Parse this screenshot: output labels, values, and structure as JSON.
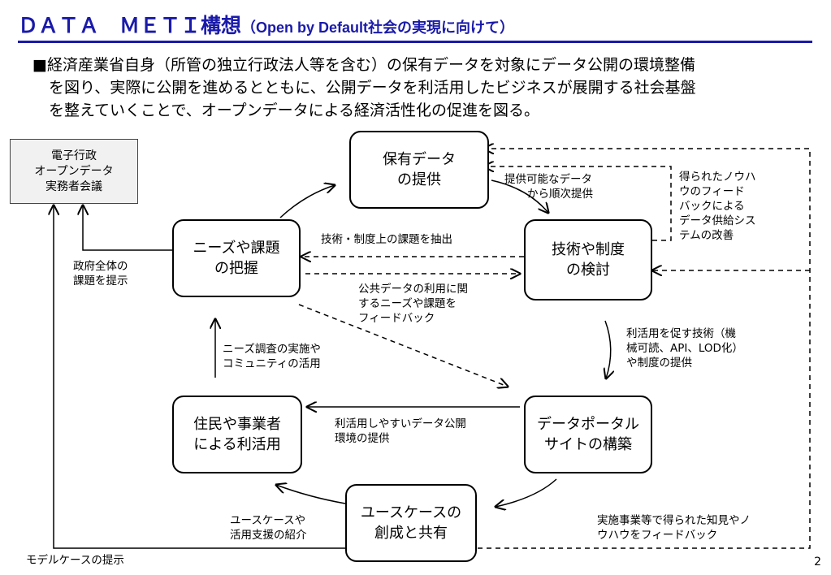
{
  "title": {
    "main": "ＤＡＴＡ　ＭＥＴＩ構想",
    "sub": "（Open  by Default社会の実現に向けて）"
  },
  "intro": {
    "line1": "■経済産業省自身（所管の独立行政法人等を含む）の保有データを対象にデータ公開の環境整備",
    "line2": "を図り、実際に公開を進めるとともに、公開データを利活用したビジネスが展開する社会基盤",
    "line3": "を整えていくことで、オープンデータによる経済活性化の促進を図る。"
  },
  "meeting": {
    "line1": "電子行政",
    "line2": "オープンデータ",
    "line3": "実務者会議"
  },
  "nodes": {
    "provide": {
      "line1": "保有データ",
      "line2": "の提供"
    },
    "needs": {
      "line1": "ニーズや課題",
      "line2": "の把握"
    },
    "tech": {
      "line1": "技術や制度",
      "line2": "の検討"
    },
    "residents": {
      "line1": "住民や事業者",
      "line2": "による利活用"
    },
    "portal": {
      "line1": "データポータル",
      "line2": "サイトの構築"
    },
    "usecase": {
      "line1": "ユースケースの",
      "line2": "創成と共有"
    }
  },
  "labels": {
    "provide_order": {
      "line1": "提供可能なデータ",
      "line2": "から順次提供"
    },
    "feedback_knowhow": {
      "line1": "得られたノウハ",
      "line2": "ウのフィード",
      "line3": "バックによる",
      "line4": "データ供給シス",
      "line5": "テムの改善"
    },
    "extract": "技術・制度上の課題を抽出",
    "needs_feedback": {
      "line1": "公共データの利用に関",
      "line2": "するニーズや課題を",
      "line3": "フィードバック"
    },
    "gov_issues": {
      "line1": "政府全体の",
      "line2": "課題を提示"
    },
    "promote": {
      "line1": "利活用を促す技術（機",
      "line2": "械可読、API、LOD化）",
      "line3": "や制度の提供"
    },
    "survey": {
      "line1": "ニーズ調査の実施や",
      "line2": "コミュニティの活用"
    },
    "env": {
      "line1": "利活用しやすいデータ公開",
      "line2": "環境の提供"
    },
    "intro_case": {
      "line1": "ユースケースや",
      "line2": "活用支援の紹介"
    },
    "field_feedback": {
      "line1": "実施事業等で得られた知見やノ",
      "line2": "ウハウをフィードバック"
    },
    "model_case": "モデルケースの提示"
  },
  "page_number": "2"
}
